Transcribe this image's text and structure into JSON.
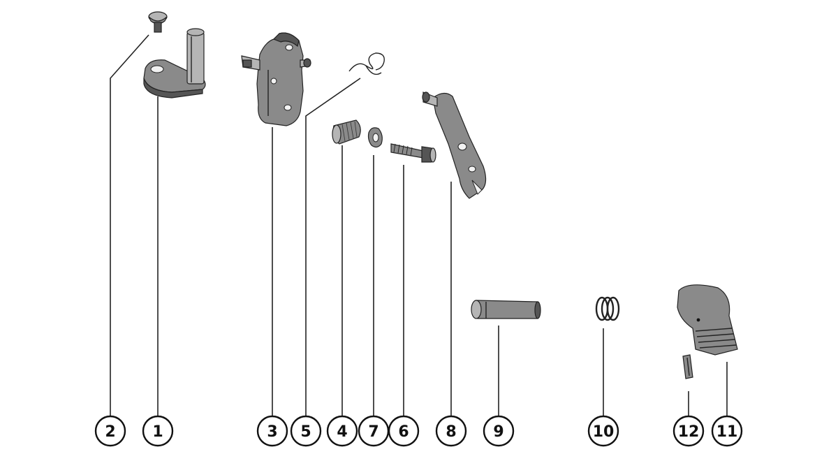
{
  "callouts": [
    {
      "id": "c2",
      "label": "2"
    },
    {
      "id": "c1",
      "label": "1"
    },
    {
      "id": "c3",
      "label": "3"
    },
    {
      "id": "c5",
      "label": "5"
    },
    {
      "id": "c4",
      "label": "4"
    },
    {
      "id": "c7",
      "label": "7"
    },
    {
      "id": "c6",
      "label": "6"
    },
    {
      "id": "c8",
      "label": "8"
    },
    {
      "id": "c9",
      "label": "9"
    },
    {
      "id": "c10",
      "label": "10"
    },
    {
      "id": "c12",
      "label": "12"
    },
    {
      "id": "c11",
      "label": "11"
    }
  ]
}
